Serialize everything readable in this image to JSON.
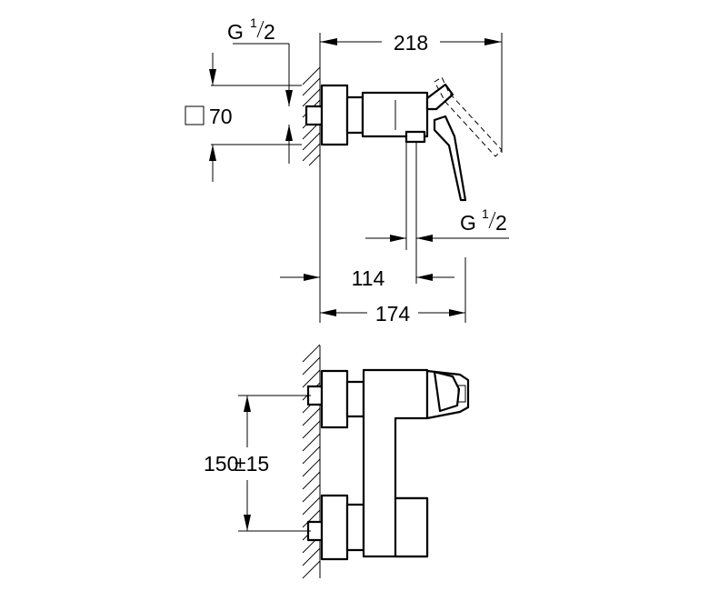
{
  "top_view": {
    "thread_top": {
      "main": "G",
      "num": "1",
      "den": "2"
    },
    "square_size": "70",
    "thread_right": {
      "main": "G",
      "num": "1",
      "den": "2"
    },
    "dim_width": "218",
    "dim_depth_1": "114",
    "dim_depth_2": "174"
  },
  "front_view": {
    "dim_spacing": "150",
    "dim_tolerance": "±15"
  }
}
